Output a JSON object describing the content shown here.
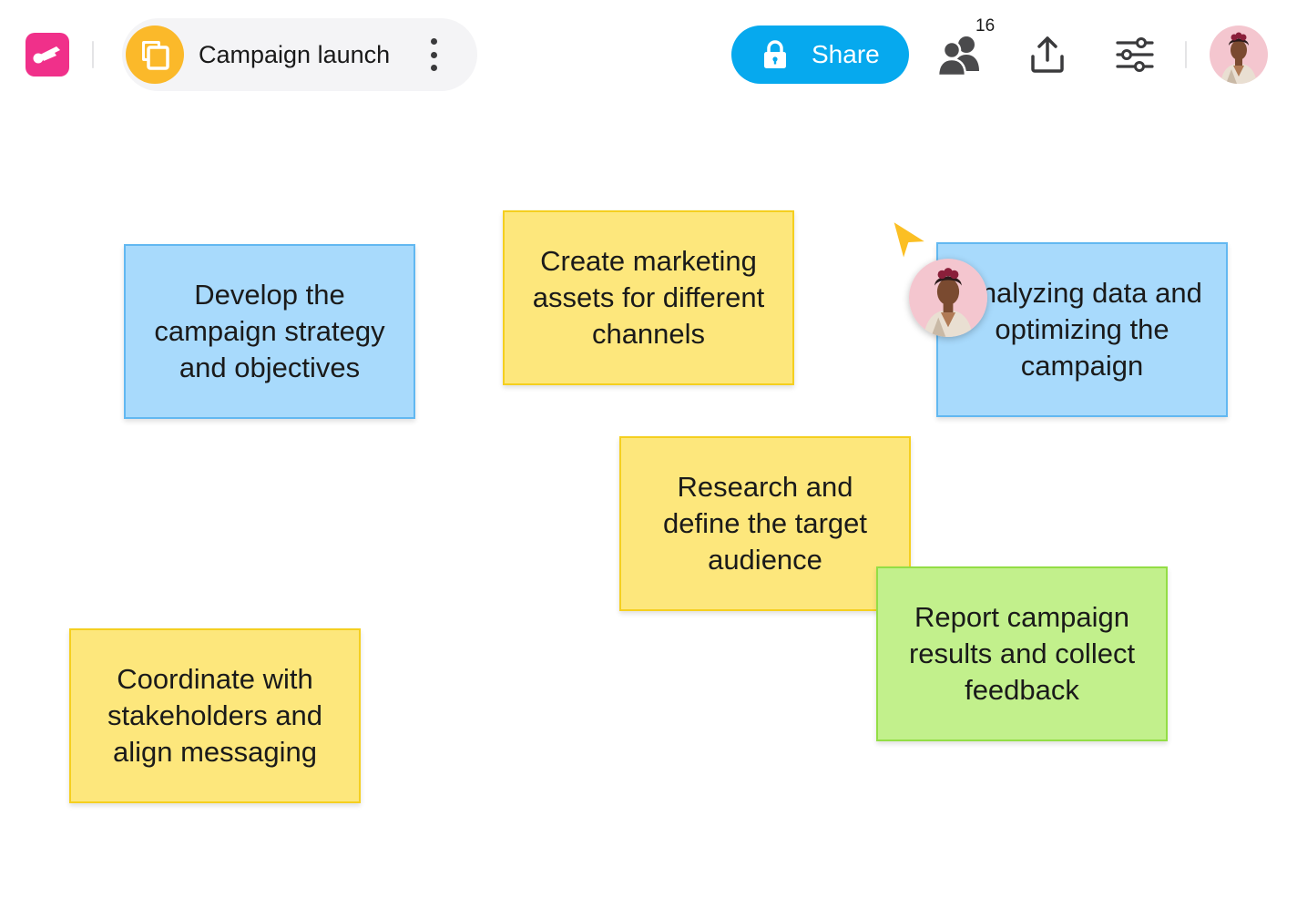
{
  "header": {
    "app_logo_icon": "pink-key-logo-icon",
    "board": {
      "icon": "copy-frames-icon",
      "title": "Campaign launch",
      "menu_icon": "vertical-dots-icon"
    },
    "share": {
      "label": "Share",
      "icon": "lock-icon"
    },
    "collaborators": {
      "icon": "people-icon",
      "count": "16"
    },
    "export_icon": "upload-icon",
    "settings_icon": "sliders-icon",
    "user_avatar": "user-avatar"
  },
  "canvas": {
    "notes": [
      {
        "id": "strategy",
        "color": "blue",
        "text": "Develop the campaign strategy and objectives"
      },
      {
        "id": "assets",
        "color": "yellow",
        "text": "Create marketing assets for different channels"
      },
      {
        "id": "analyze",
        "color": "blue",
        "text": "Analyzing data and optimizing the campaign"
      },
      {
        "id": "research",
        "color": "yellow",
        "text": "Research and define the target audience"
      },
      {
        "id": "report",
        "color": "green",
        "text": "Report campaign results and collect feedback"
      },
      {
        "id": "coordinate",
        "color": "yellow",
        "text": "Coordinate with stakeholders and align messaging"
      }
    ],
    "collaborator_cursor": {
      "color": "#fbbf24"
    }
  },
  "colors": {
    "brand": "#f0308a",
    "share_button": "#06a9ee",
    "board_icon_bg": "#fbb92a",
    "note_blue": "#a8dafc",
    "note_yellow": "#fde77c",
    "note_green": "#c2f08c"
  }
}
